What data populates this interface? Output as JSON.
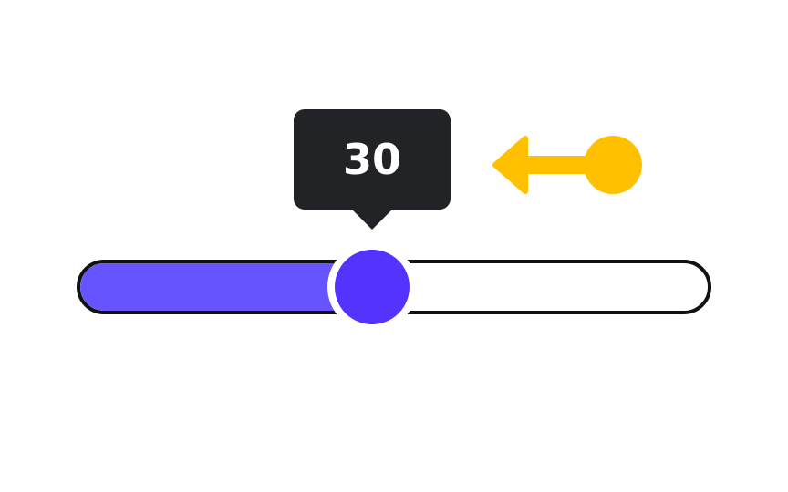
{
  "slider": {
    "min": 0,
    "max": 100,
    "value": 30,
    "value_label": "30"
  },
  "colors": {
    "fill": "#6654ff",
    "thumb": "#5533ff",
    "track_border": "#111111",
    "track_bg": "#ffffff",
    "tooltip_bg": "#222327",
    "tooltip_text": "#ffffff",
    "hint": "#ffc000"
  },
  "icons": {
    "hint": "arrow-left-drag-icon"
  }
}
